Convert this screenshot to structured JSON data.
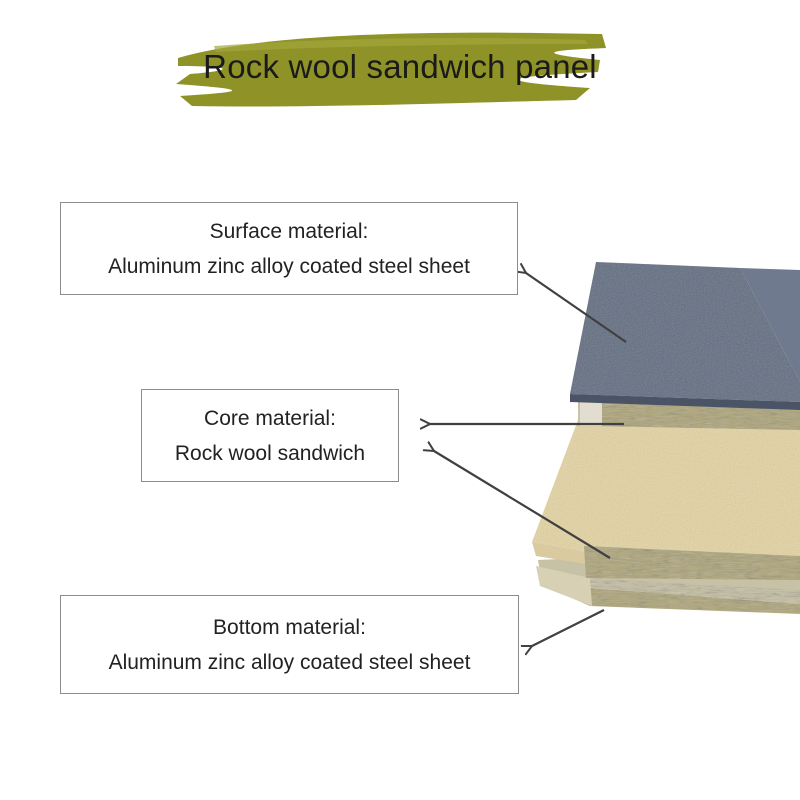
{
  "title": "Rock wool sandwich panel",
  "labels": {
    "surface": {
      "heading": "Surface material:",
      "text": "Aluminum zinc alloy coated steel sheet"
    },
    "core": {
      "heading": "Core material:",
      "text": "Rock wool sandwich"
    },
    "bottom": {
      "heading": "Bottom material:",
      "text": "Aluminum zinc alloy coated steel sheet"
    }
  },
  "colors": {
    "brush": "#8f9227",
    "top_sheet": "#5e6a7e",
    "middle_sheet": "#e6d5a2",
    "rock_wool": "#b3aa80",
    "arrow": "#404040"
  }
}
